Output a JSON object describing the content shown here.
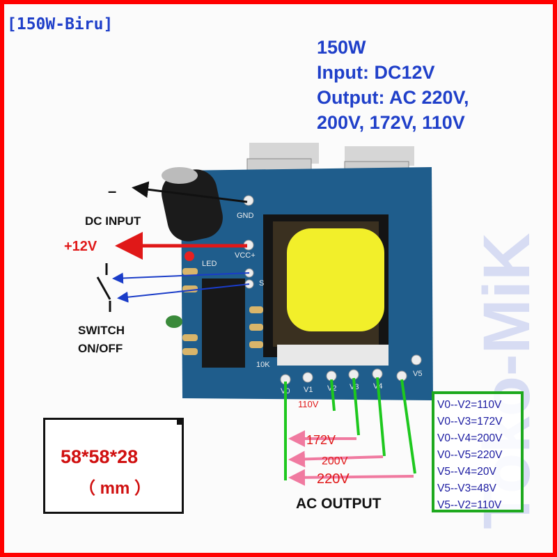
{
  "tag": "[150W-Biru]",
  "specs": [
    "150W",
    "Input: DC12V",
    "Output: AC 220V,",
    "200V, 172V, 110V"
  ],
  "watermark": "Toko-MiK",
  "labels": {
    "minus": "–",
    "dc_input": "DC INPUT",
    "plus12": "+12V",
    "switch_line1": "SWITCH",
    "switch_line2": "ON/OFF",
    "ac_output": "AC OUTPUT",
    "v110": "110V",
    "v172": "172V",
    "v200": "200V",
    "v220": "220V"
  },
  "pcb_labels": {
    "gnd": "GND",
    "vcc": "VCC+",
    "s": "S",
    "pins": [
      "V0",
      "V1",
      "V2",
      "V3",
      "V4",
      "V5"
    ],
    "led": "LED",
    "r": "10K"
  },
  "dimensions": {
    "size": "58*58*28",
    "unit": "（ mm ）"
  },
  "voltage_table": [
    "V0--V2=110V",
    "V0--V3=172V",
    "V0--V4=200V",
    "V0--V5=220V",
    "V5--V4=20V",
    "V5--V3=48V",
    "V5--V2=110V"
  ],
  "colors": {
    "border": "#ff0000",
    "text_blue": "#1f3fc9",
    "pcb": "#1f5d8c",
    "coil": "#f2ef2a",
    "green": "#1ea91e",
    "pink": "#f07aa0"
  }
}
